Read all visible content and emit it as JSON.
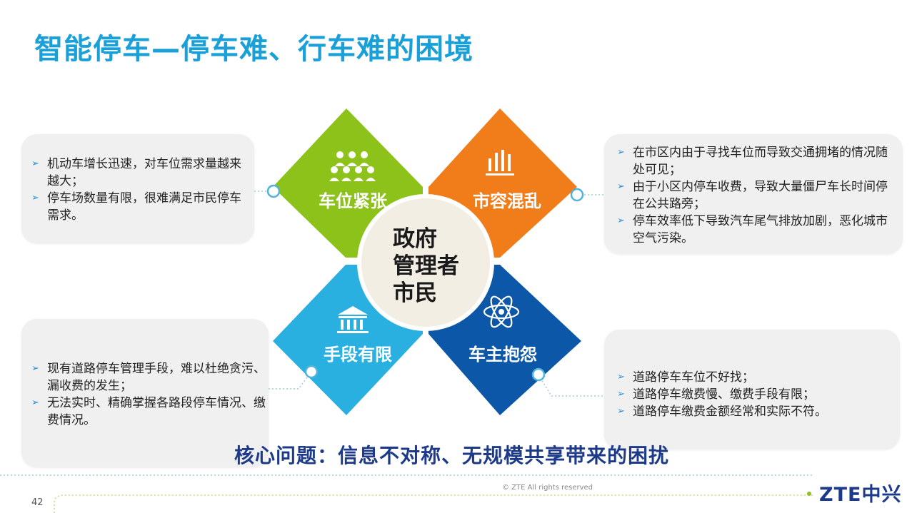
{
  "title": "智能停车—停车难、行车难的困境",
  "center": {
    "line1": "政府",
    "line2": "管理者",
    "line3": "市民"
  },
  "quadrants": {
    "tl": {
      "label": "车位紧张",
      "color": "#8cc21a",
      "icon": "people-group-icon"
    },
    "tr": {
      "label": "市容混乱",
      "color": "#f07d1a",
      "icon": "bar-chart-icon"
    },
    "bl": {
      "label": "手段有限",
      "color": "#2ab0e0",
      "icon": "bank-building-icon"
    },
    "br": {
      "label": "车主抱怨",
      "color": "#0c57a8",
      "icon": "atom-icon"
    }
  },
  "boxes": {
    "tl": [
      "机动车增长迅速，对车位需求量越来越大；",
      "停车场数量有限，很难满足市民停车需求。"
    ],
    "tr": [
      "在市区内由于寻找车位而导致交通拥堵的情况随处可见；",
      "由于小区内停车收费，导致大量僵尸车长时间停在公共路旁；",
      "停车效率低下导致汽车尾气排放加剧，恶化城市空气污染。"
    ],
    "bl": [
      "现有道路停车管理手段，难以杜绝贪污、漏收费的发生；",
      "无法实时、精确掌握各路段停车情况、缴费情况。"
    ],
    "br": [
      "道路停车车位不好找；",
      "道路停车缴费慢、缴费手段有限；",
      "道路停车缴费金额经常和实际不符。"
    ]
  },
  "core_issue": "核心问题：信息不对称、无规模共享带来的困扰",
  "footer": {
    "copyright": "© ZTE All rights reserved",
    "page": "42",
    "logo": "ZTE中兴"
  }
}
